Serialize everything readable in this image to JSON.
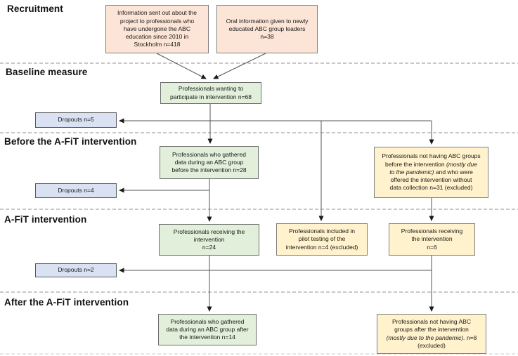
{
  "diagram": {
    "sections": {
      "recruitment": "Recruitment",
      "baseline": "Baseline measure",
      "before": "Before the A-FiT intervention",
      "during": "A-FiT intervention",
      "after": "After the A-FiT intervention"
    },
    "boxes": {
      "info_mail": "Information sent out about the\nproject to professionals who\nhave undergone the ABC\neducation since 2010 in\nStockholm n=418",
      "info_oral": "Oral information given to newly\neducated ABC group leaders\nn=38",
      "wanting": "Professionals wanting to\nparticipate in intervention n=68",
      "dropouts_baseline": "Dropouts n=5",
      "gathered_before": "Professionals who gathered\ndata during an ABC group\nbefore the intervention n=28",
      "no_groups_before": {
        "pre": "Professionals not having ABC groups\nbefore the intervention ",
        "italic": "(mostly due\nto the pandemic)",
        "post": " and who were\noffered the intervention without\ndata collection n=31 (excluded)"
      },
      "dropouts_before": "Dropouts n=4",
      "receiving_main": "Professionals receiving the\nintervention\nn=24",
      "pilot": "Professionals included in\npilot testing of the\nintervention n=4 (excluded)",
      "receiving_late": "Professionals receiving\nthe intervention\nn=6",
      "dropouts_during": "Dropouts n=2",
      "gathered_after": "Professionals who gathered\ndata during an ABC group after\nthe intervention n=14",
      "no_groups_after": {
        "pre": "Professionals not having ABC\ngroups after the intervention\n",
        "italic": "(mostly due to the pandemic).",
        "post": " n=8\n(excluded)"
      }
    },
    "colors": {
      "recruitment_fill": "#FCE4D6",
      "included_fill": "#E2EFDA",
      "dropout_fill": "#D9E1F2",
      "excluded_fill": "#FFF2CC",
      "box_border": "#7F7F7F",
      "connector": "#555555",
      "divider": "#A6A6A6"
    }
  }
}
